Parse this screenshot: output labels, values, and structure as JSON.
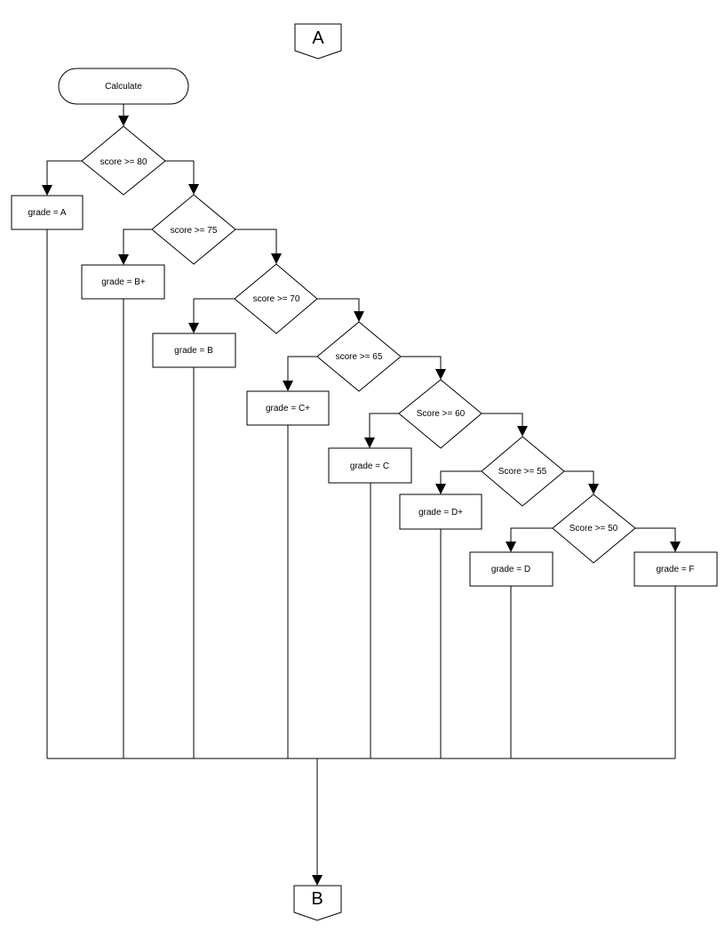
{
  "connectors": {
    "top": "A",
    "bottom": "B"
  },
  "start": "Calculate",
  "decisions": [
    "score >= 80",
    "score >= 75",
    "score >= 70",
    "score >= 65",
    "Score >= 60",
    "Score >= 55",
    "Score >= 50"
  ],
  "grades": [
    "grade = A",
    "grade = B+",
    "grade = B",
    "grade =  C+",
    "grade = C",
    "grade = D+",
    "grade = D",
    "grade = F"
  ],
  "colors": {
    "stroke": "#000000",
    "fill": "#ffffff"
  }
}
